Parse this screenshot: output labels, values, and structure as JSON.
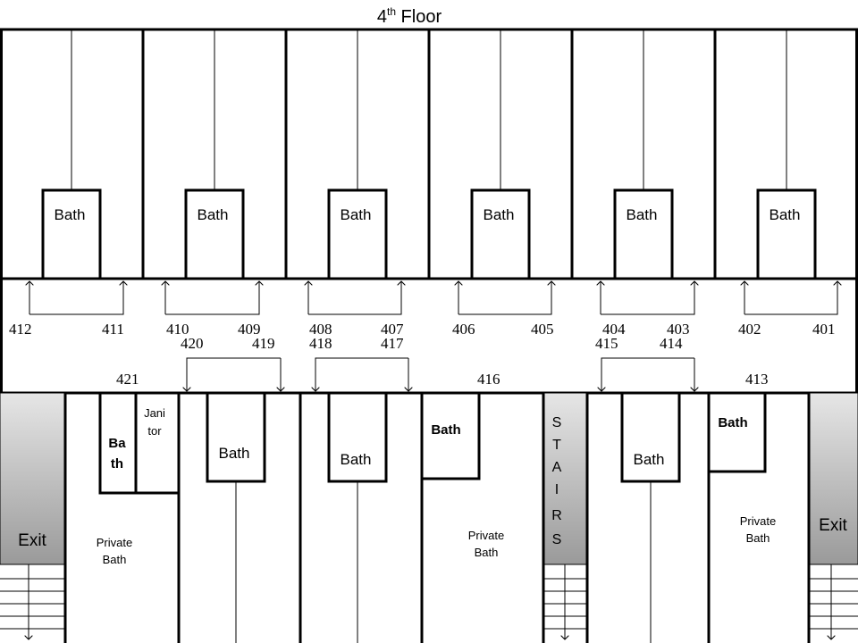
{
  "title": {
    "text": "4",
    "sup": "th",
    "rest": " Floor"
  },
  "labels": {
    "bath": "Bath",
    "private_bath": [
      "Private",
      "Bath"
    ],
    "exit": "Exit",
    "janitor": [
      "Jani",
      "tor"
    ],
    "small_bath": [
      "Ba",
      "th"
    ],
    "stairs": [
      "S",
      "T",
      "A",
      "I",
      "R",
      "S"
    ]
  },
  "rooms": {
    "r412": "412",
    "r411": "411",
    "r410": "410",
    "r409": "409",
    "r408": "408",
    "r407": "407",
    "r406": "406",
    "r405": "405",
    "r404": "404",
    "r403": "403",
    "r402": "402",
    "r401": "401",
    "r420": "420",
    "r419": "419",
    "r418": "418",
    "r417": "417",
    "r415": "415",
    "r414": "414",
    "r421": "421",
    "r416": "416",
    "r413": "413"
  },
  "colors": {
    "line": "#000000",
    "gray_top": "#d9d9d9",
    "gray_bottom": "#a6a6a6"
  }
}
